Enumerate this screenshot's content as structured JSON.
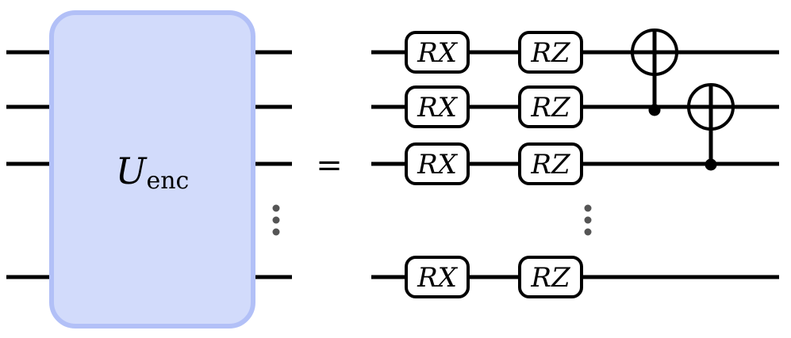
{
  "encoder": {
    "symbol": "U",
    "subscript": "enc",
    "fill_color": "#d2dbfb",
    "border_color": "#b2c0f7"
  },
  "equals": "=",
  "gates": {
    "rx_label": "RX",
    "rz_label": "RZ"
  },
  "circuit": {
    "visible_qubits": 4,
    "rows": [
      {
        "gates": [
          "RX",
          "RZ"
        ]
      },
      {
        "gates": [
          "RX",
          "RZ"
        ]
      },
      {
        "gates": [
          "RX",
          "RZ"
        ]
      },
      {
        "gates": [
          "RX",
          "RZ"
        ]
      }
    ],
    "cnots": [
      {
        "control": 1,
        "target": 0
      },
      {
        "control": 2,
        "target": 1
      }
    ]
  }
}
